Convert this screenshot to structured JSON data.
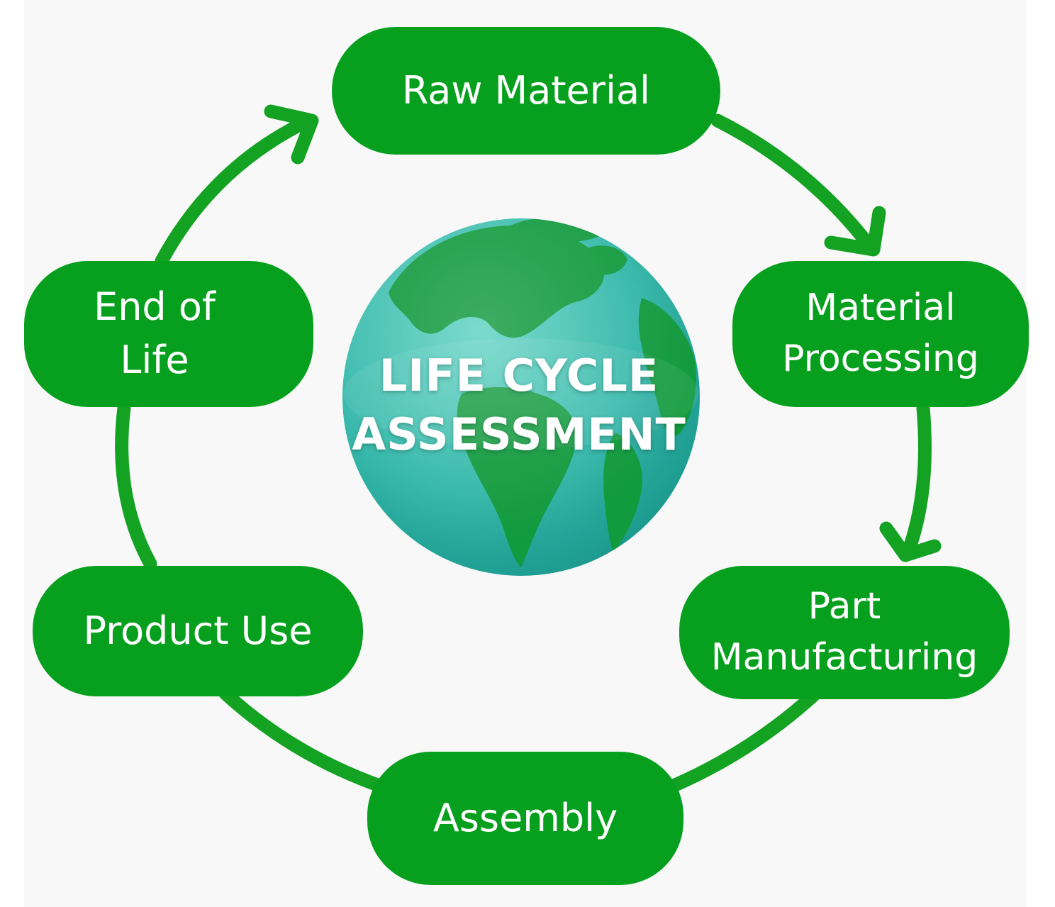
{
  "colors": {
    "stage_green": "#07a01e",
    "arrow_green": "#14a223",
    "ocean": "#33b8aa",
    "land": "#129a3e",
    "background": "#f7f8f7"
  },
  "center": {
    "title_line1": "LIFE CYCLE",
    "title_line2": "ASSESSMENT",
    "icon": "globe-icon"
  },
  "stages": [
    {
      "id": "raw-material",
      "lines": [
        "Raw Material"
      ]
    },
    {
      "id": "material-processing",
      "lines": [
        "Material",
        "Processing"
      ]
    },
    {
      "id": "part-manufacturing",
      "lines": [
        "Part",
        "Manufacturing"
      ]
    },
    {
      "id": "assembly",
      "lines": [
        "Assembly"
      ]
    },
    {
      "id": "product-use",
      "lines": [
        "Product Use"
      ]
    },
    {
      "id": "end-of-life",
      "lines": [
        "End of",
        "Life"
      ]
    }
  ],
  "flow": [
    {
      "from": "raw-material",
      "to": "material-processing",
      "arrowhead": true
    },
    {
      "from": "material-processing",
      "to": "part-manufacturing",
      "arrowhead": true
    },
    {
      "from": "part-manufacturing",
      "to": "assembly",
      "arrowhead": false
    },
    {
      "from": "assembly",
      "to": "product-use",
      "arrowhead": false
    },
    {
      "from": "product-use",
      "to": "end-of-life",
      "arrowhead": false
    },
    {
      "from": "end-of-life",
      "to": "raw-material",
      "arrowhead": true
    }
  ]
}
